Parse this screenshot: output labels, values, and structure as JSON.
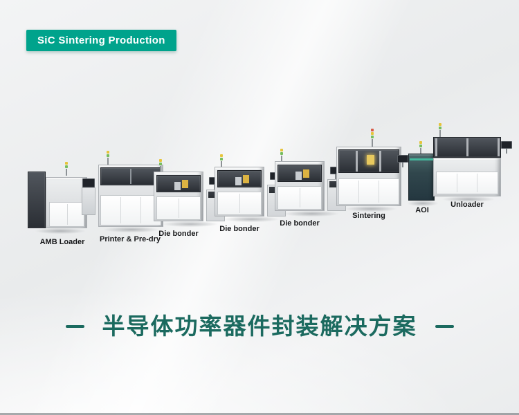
{
  "badge": {
    "label": "SiC Sintering Production"
  },
  "production_line": {
    "machines": [
      {
        "id": "amb-loader",
        "label": "AMB Loader"
      },
      {
        "id": "printer-predry",
        "label": "Printer & Pre-dry"
      },
      {
        "id": "die-bonder-1",
        "label": "Die bonder"
      },
      {
        "id": "die-bonder-2",
        "label": "Die bonder"
      },
      {
        "id": "die-bonder-3",
        "label": "Die bonder"
      },
      {
        "id": "sintering",
        "label": "Sintering"
      },
      {
        "id": "aoi",
        "label": "AOI"
      },
      {
        "id": "unloader",
        "label": "Unloader"
      }
    ]
  },
  "footer": {
    "title": "半导体功率器件封装解决方案"
  },
  "colors": {
    "badge": "#00a38c",
    "title": "#1b6a5f"
  }
}
